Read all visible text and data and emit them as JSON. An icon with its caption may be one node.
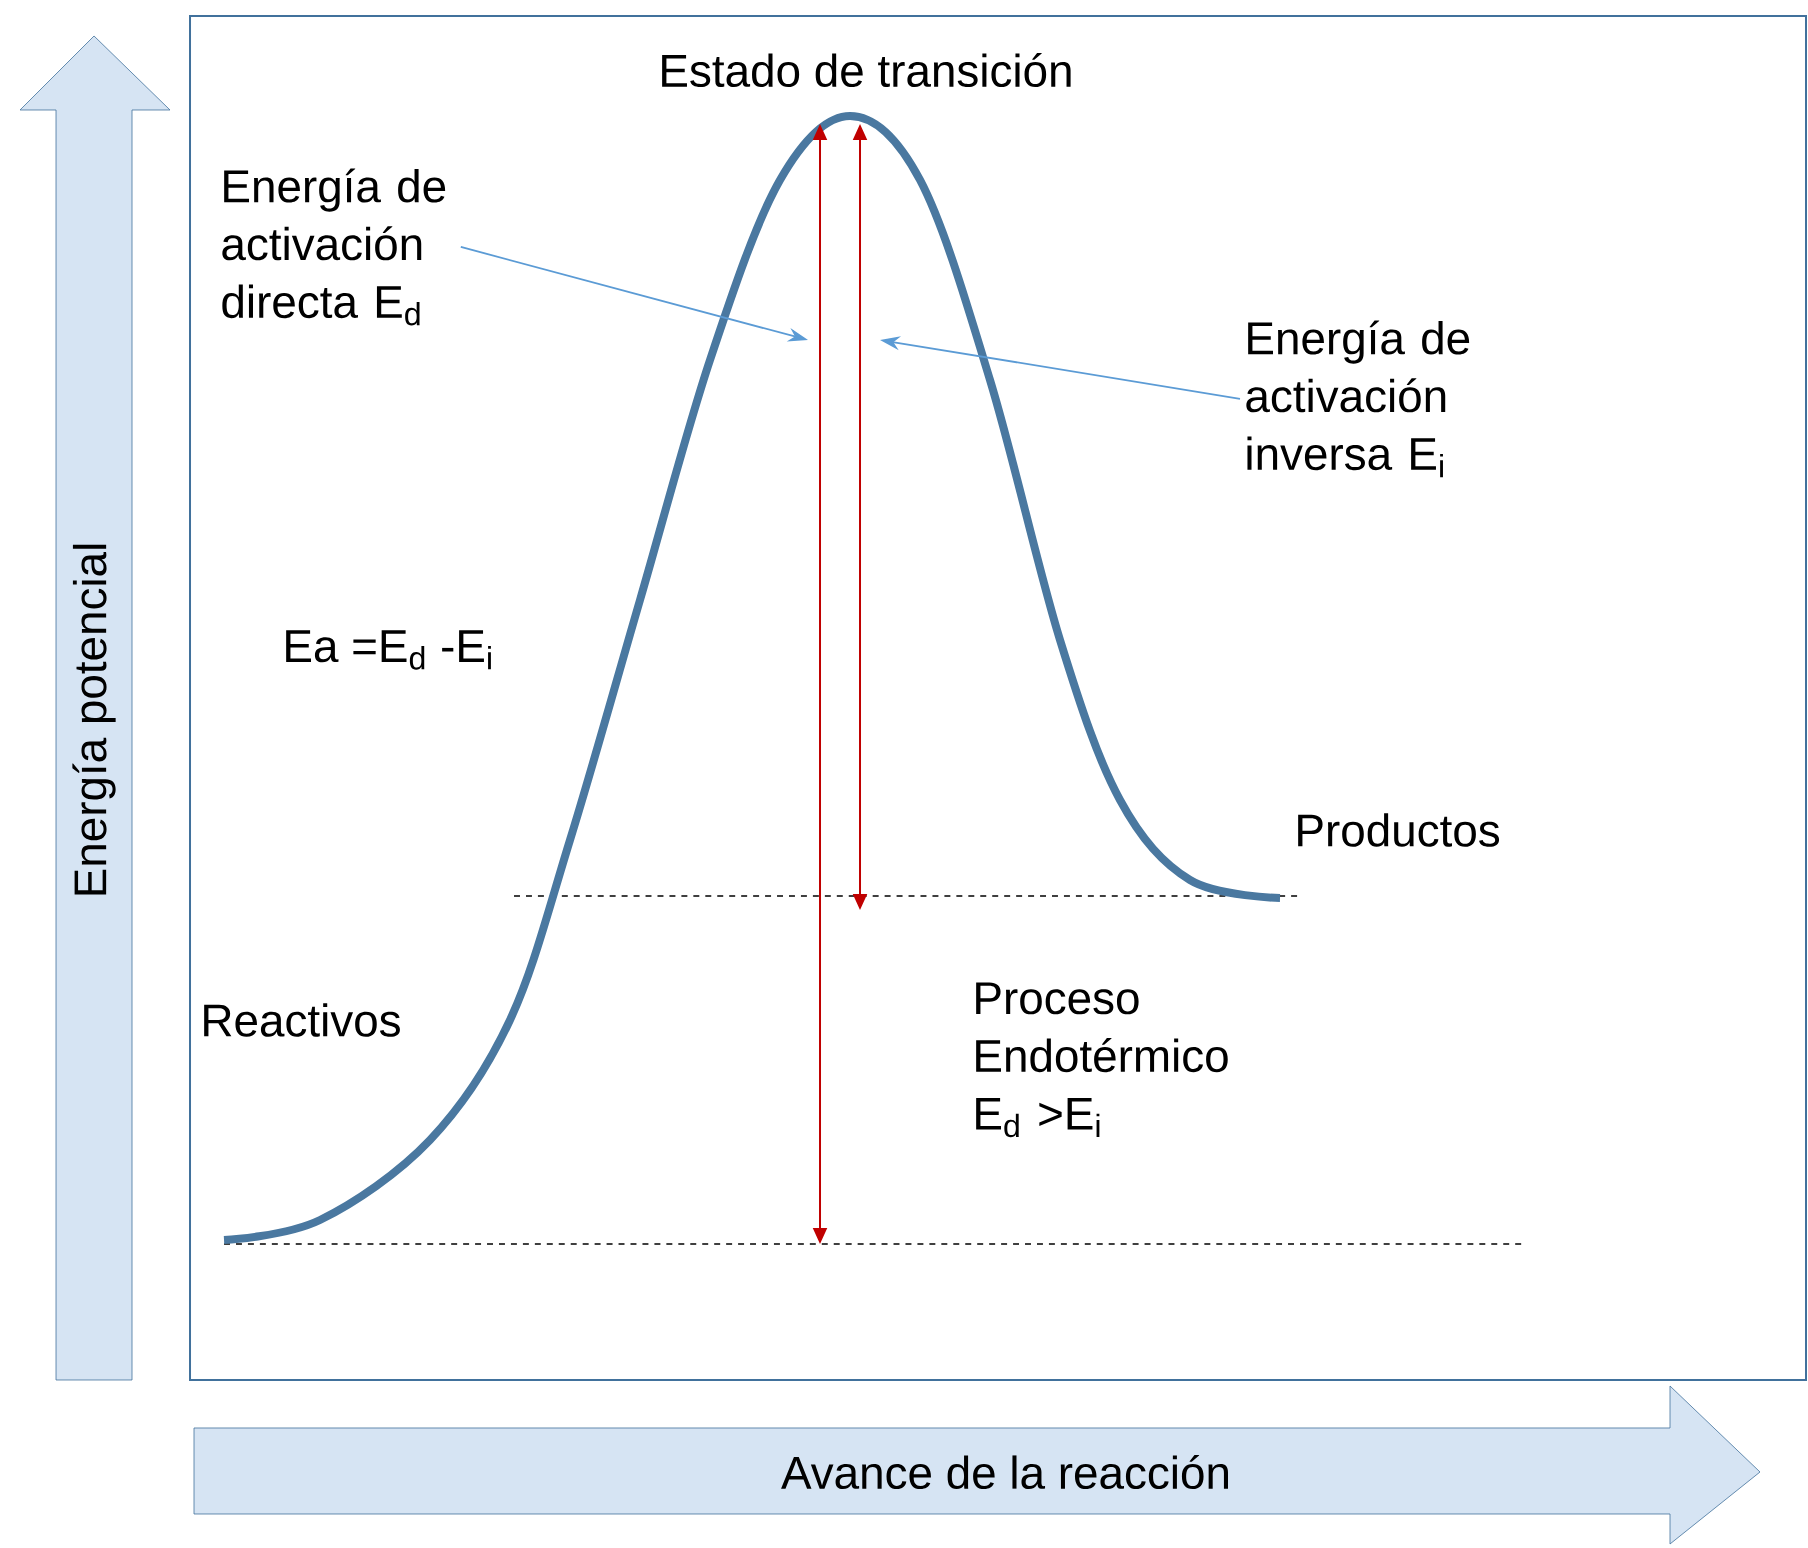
{
  "diagram": {
    "nodes": [
      {
        "text": [
          "Estado de transición"
        ]
      },
      {
        "text": [
          "Reactivos"
        ]
      },
      {
        "text": [
          "Productos"
        ]
      },
      {
        "text": [
          "Energía de activación directa E$_{d}$"
        ]
      },
      {
        "text": [
          "Energía de activación inversa E$_{i}$"
        ]
      }
    ],
    "edges": [
      {
        "from": 3,
        "to": null,
        "arrow": "to",
        "color": "#5b9bd5"
      },
      {
        "from": 4,
        "to": null,
        "arrow": "to",
        "color": "#5b9bd5"
      }
    ],
    "labels": [
      "Energía potencial",
      "Ea =E$_{d}$ -E$_{i}$",
      "Proceso Endotérmico E$_{d}$ >E$_{i}$",
      "Avance de la reacción"
    ]
  }
}
